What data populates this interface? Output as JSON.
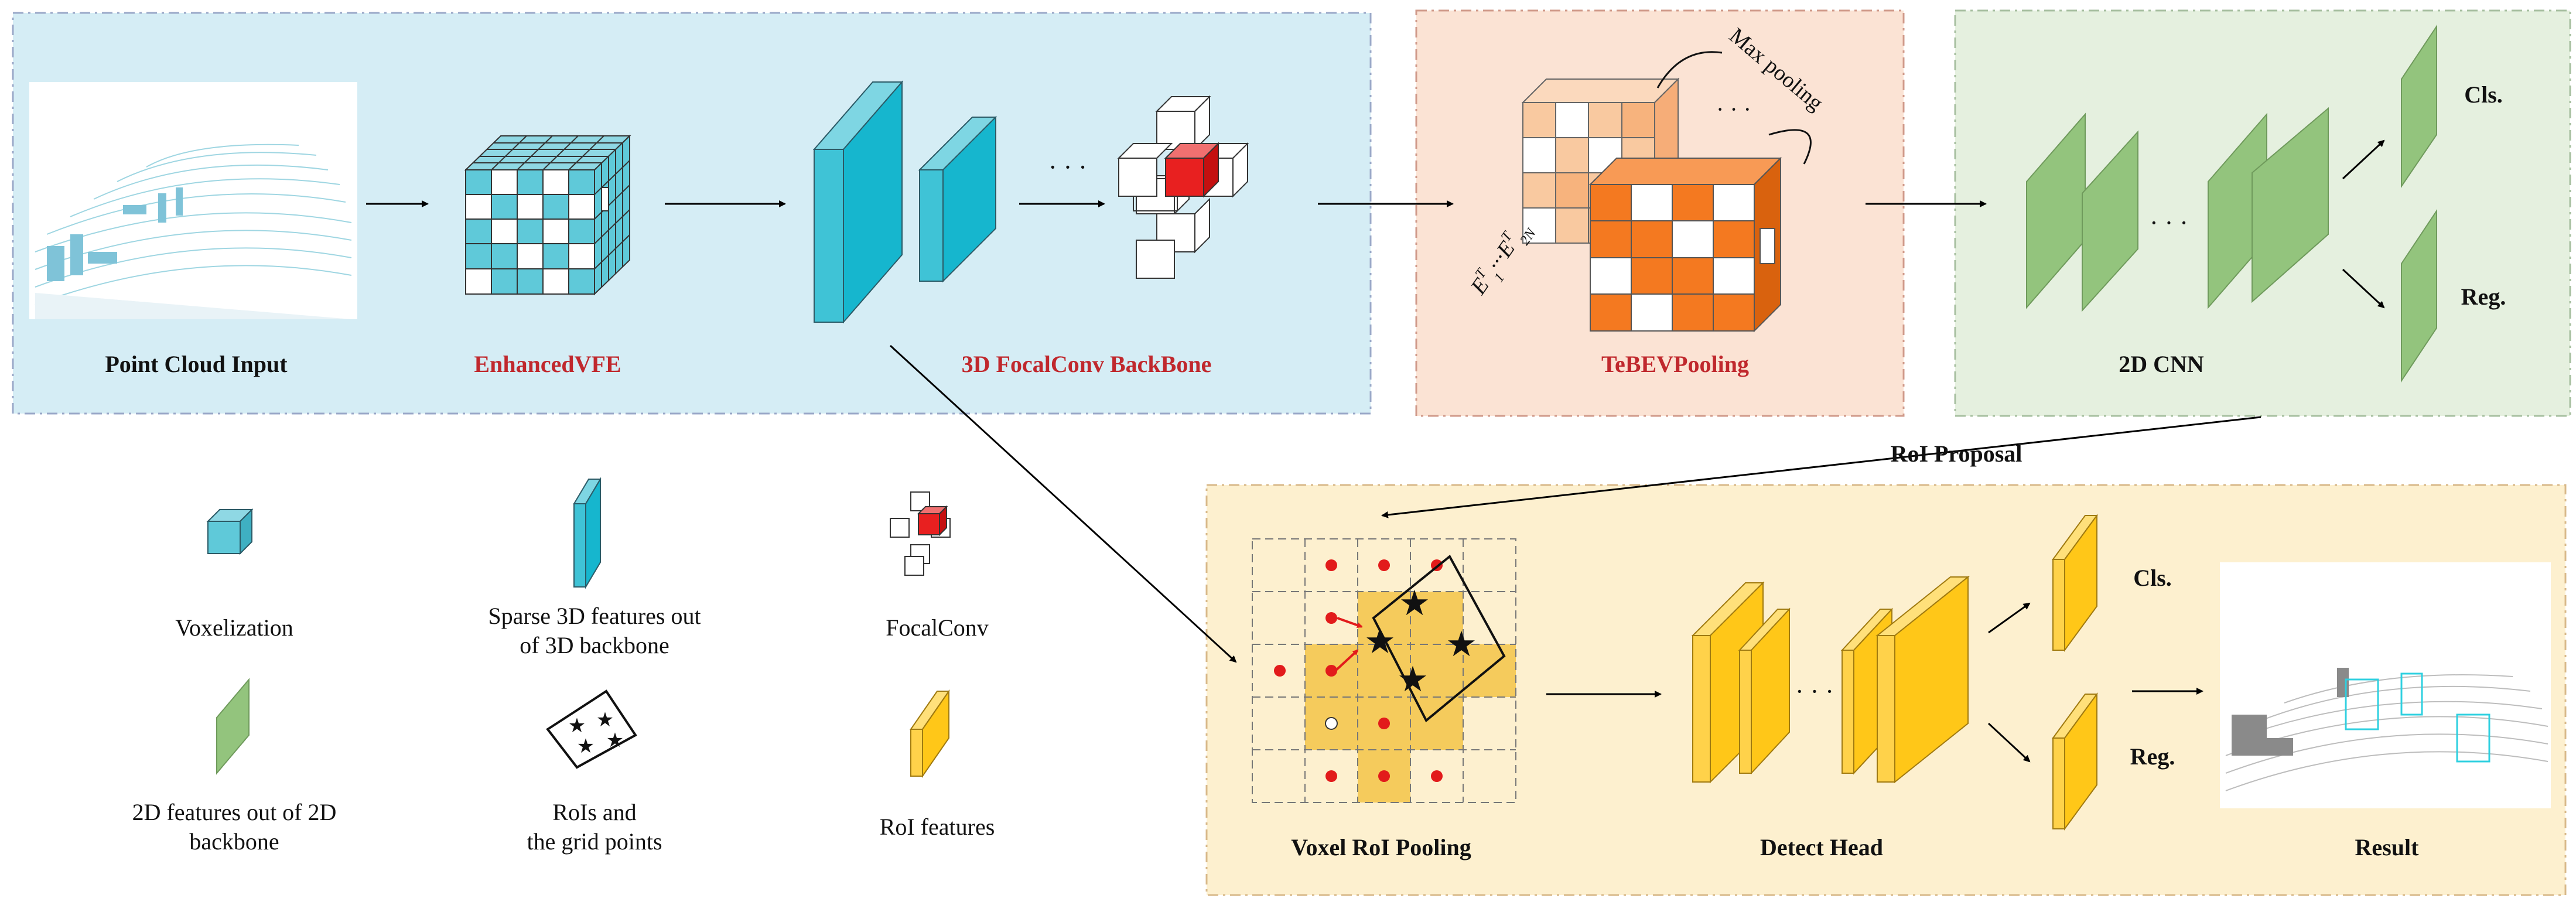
{
  "colors": {
    "cyan_panel": "#d5edf5",
    "orange_panel": "#fbe3d4",
    "green_panel": "#e5f0df",
    "yellow_panel": "#fdf0cf",
    "accent_red": "#c0282d",
    "voxel_cyan": "#5fc9d9",
    "plate_cyan": "#16b6ce",
    "plate_green": "#93c47d",
    "plate_yellow": "#ffc718",
    "orange": "#f47920",
    "light_orange": "#f9c9a0"
  },
  "labels": {
    "point_cloud_input": "Point Cloud Input",
    "enhanced_vfe": "EnhancedVFE",
    "focalconv_backbone": "3D FocalConv BackBone",
    "tebev_pooling": "TeBEVPooling",
    "max_pooling": "Max pooling",
    "e1": "E",
    "e1_sup": "T",
    "e1_sub": "1",
    "e_dots": "···",
    "e2": "E",
    "e2_sup": "T",
    "e2_sub": "2N",
    "cnn_2d": "2D CNN",
    "cls_top": "Cls.",
    "reg_top": "Reg.",
    "roi_proposal": "RoI Proposal",
    "voxel_roi_pooling": "Voxel RoI Pooling",
    "detect_head": "Detect Head",
    "cls_bottom": "Cls.",
    "reg_bottom": "Reg.",
    "result": "Result",
    "dots": "· · ·"
  },
  "legend": {
    "voxelization": "Voxelization",
    "sparse_features_1": "Sparse 3D features out",
    "sparse_features_2": "of 3D backbone",
    "focalconv": "FocalConv",
    "features_2d_1": "2D features out of 2D",
    "features_2d_2": "backbone",
    "rois_1": "RoIs and",
    "rois_2": "the grid points",
    "roi_features": "RoI features"
  }
}
